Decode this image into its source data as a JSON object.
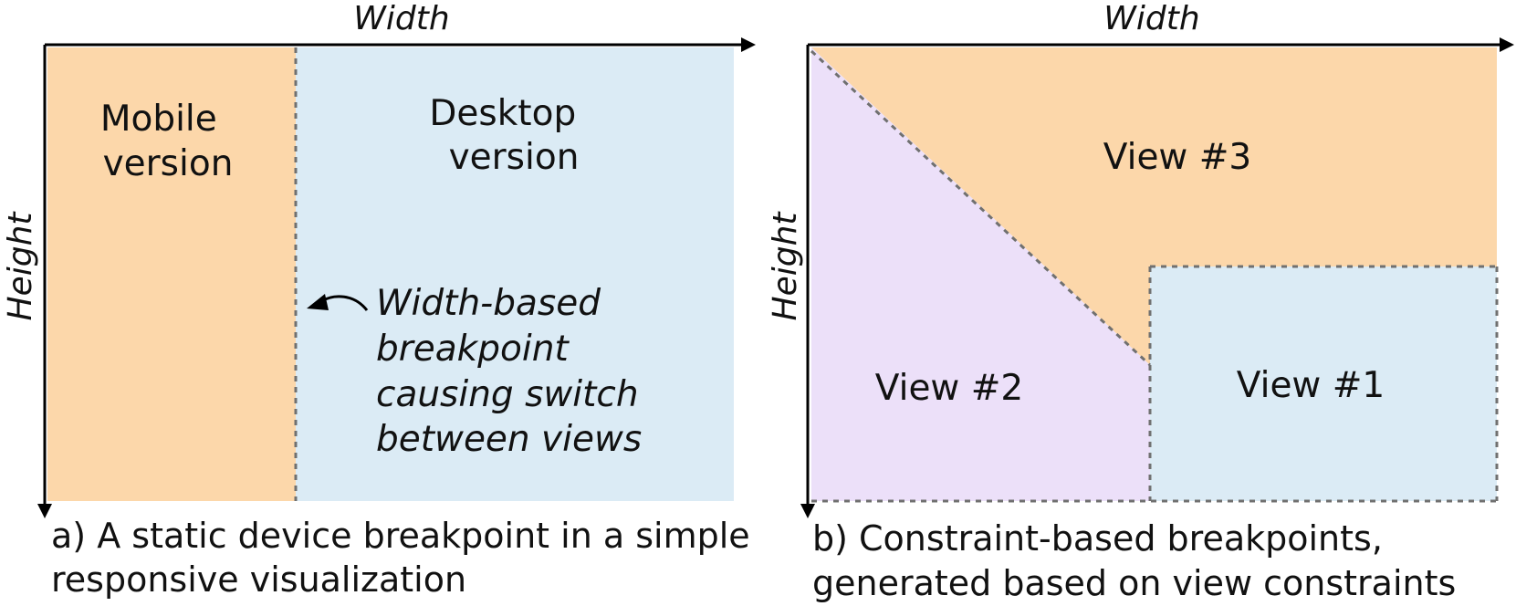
{
  "colors": {
    "orange_region": "#fcd7aa",
    "blue_region": "#dbebf5",
    "purple_region": "#ece0f9",
    "axis": "#000000",
    "breakpoint_line": "#707070",
    "text": "#111111"
  },
  "panel_a": {
    "axis_x_label": "Width",
    "axis_y_label": "Height",
    "mobile_label": [
      "Mobile",
      "version"
    ],
    "desktop_label": [
      "Desktop",
      "version"
    ],
    "annotation": [
      "Width-based",
      "breakpoint",
      "causing switch",
      "between views"
    ],
    "caption": [
      "a) A static device breakpoint in a simple",
      "responsive visualization"
    ]
  },
  "panel_b": {
    "axis_x_label": "Width",
    "axis_y_label": "Height",
    "view1_label": "View #1",
    "view2_label": "View #2",
    "view3_label": "View #3",
    "caption": [
      "b) Constraint-based breakpoints,",
      "generated based on view constraints"
    ]
  }
}
